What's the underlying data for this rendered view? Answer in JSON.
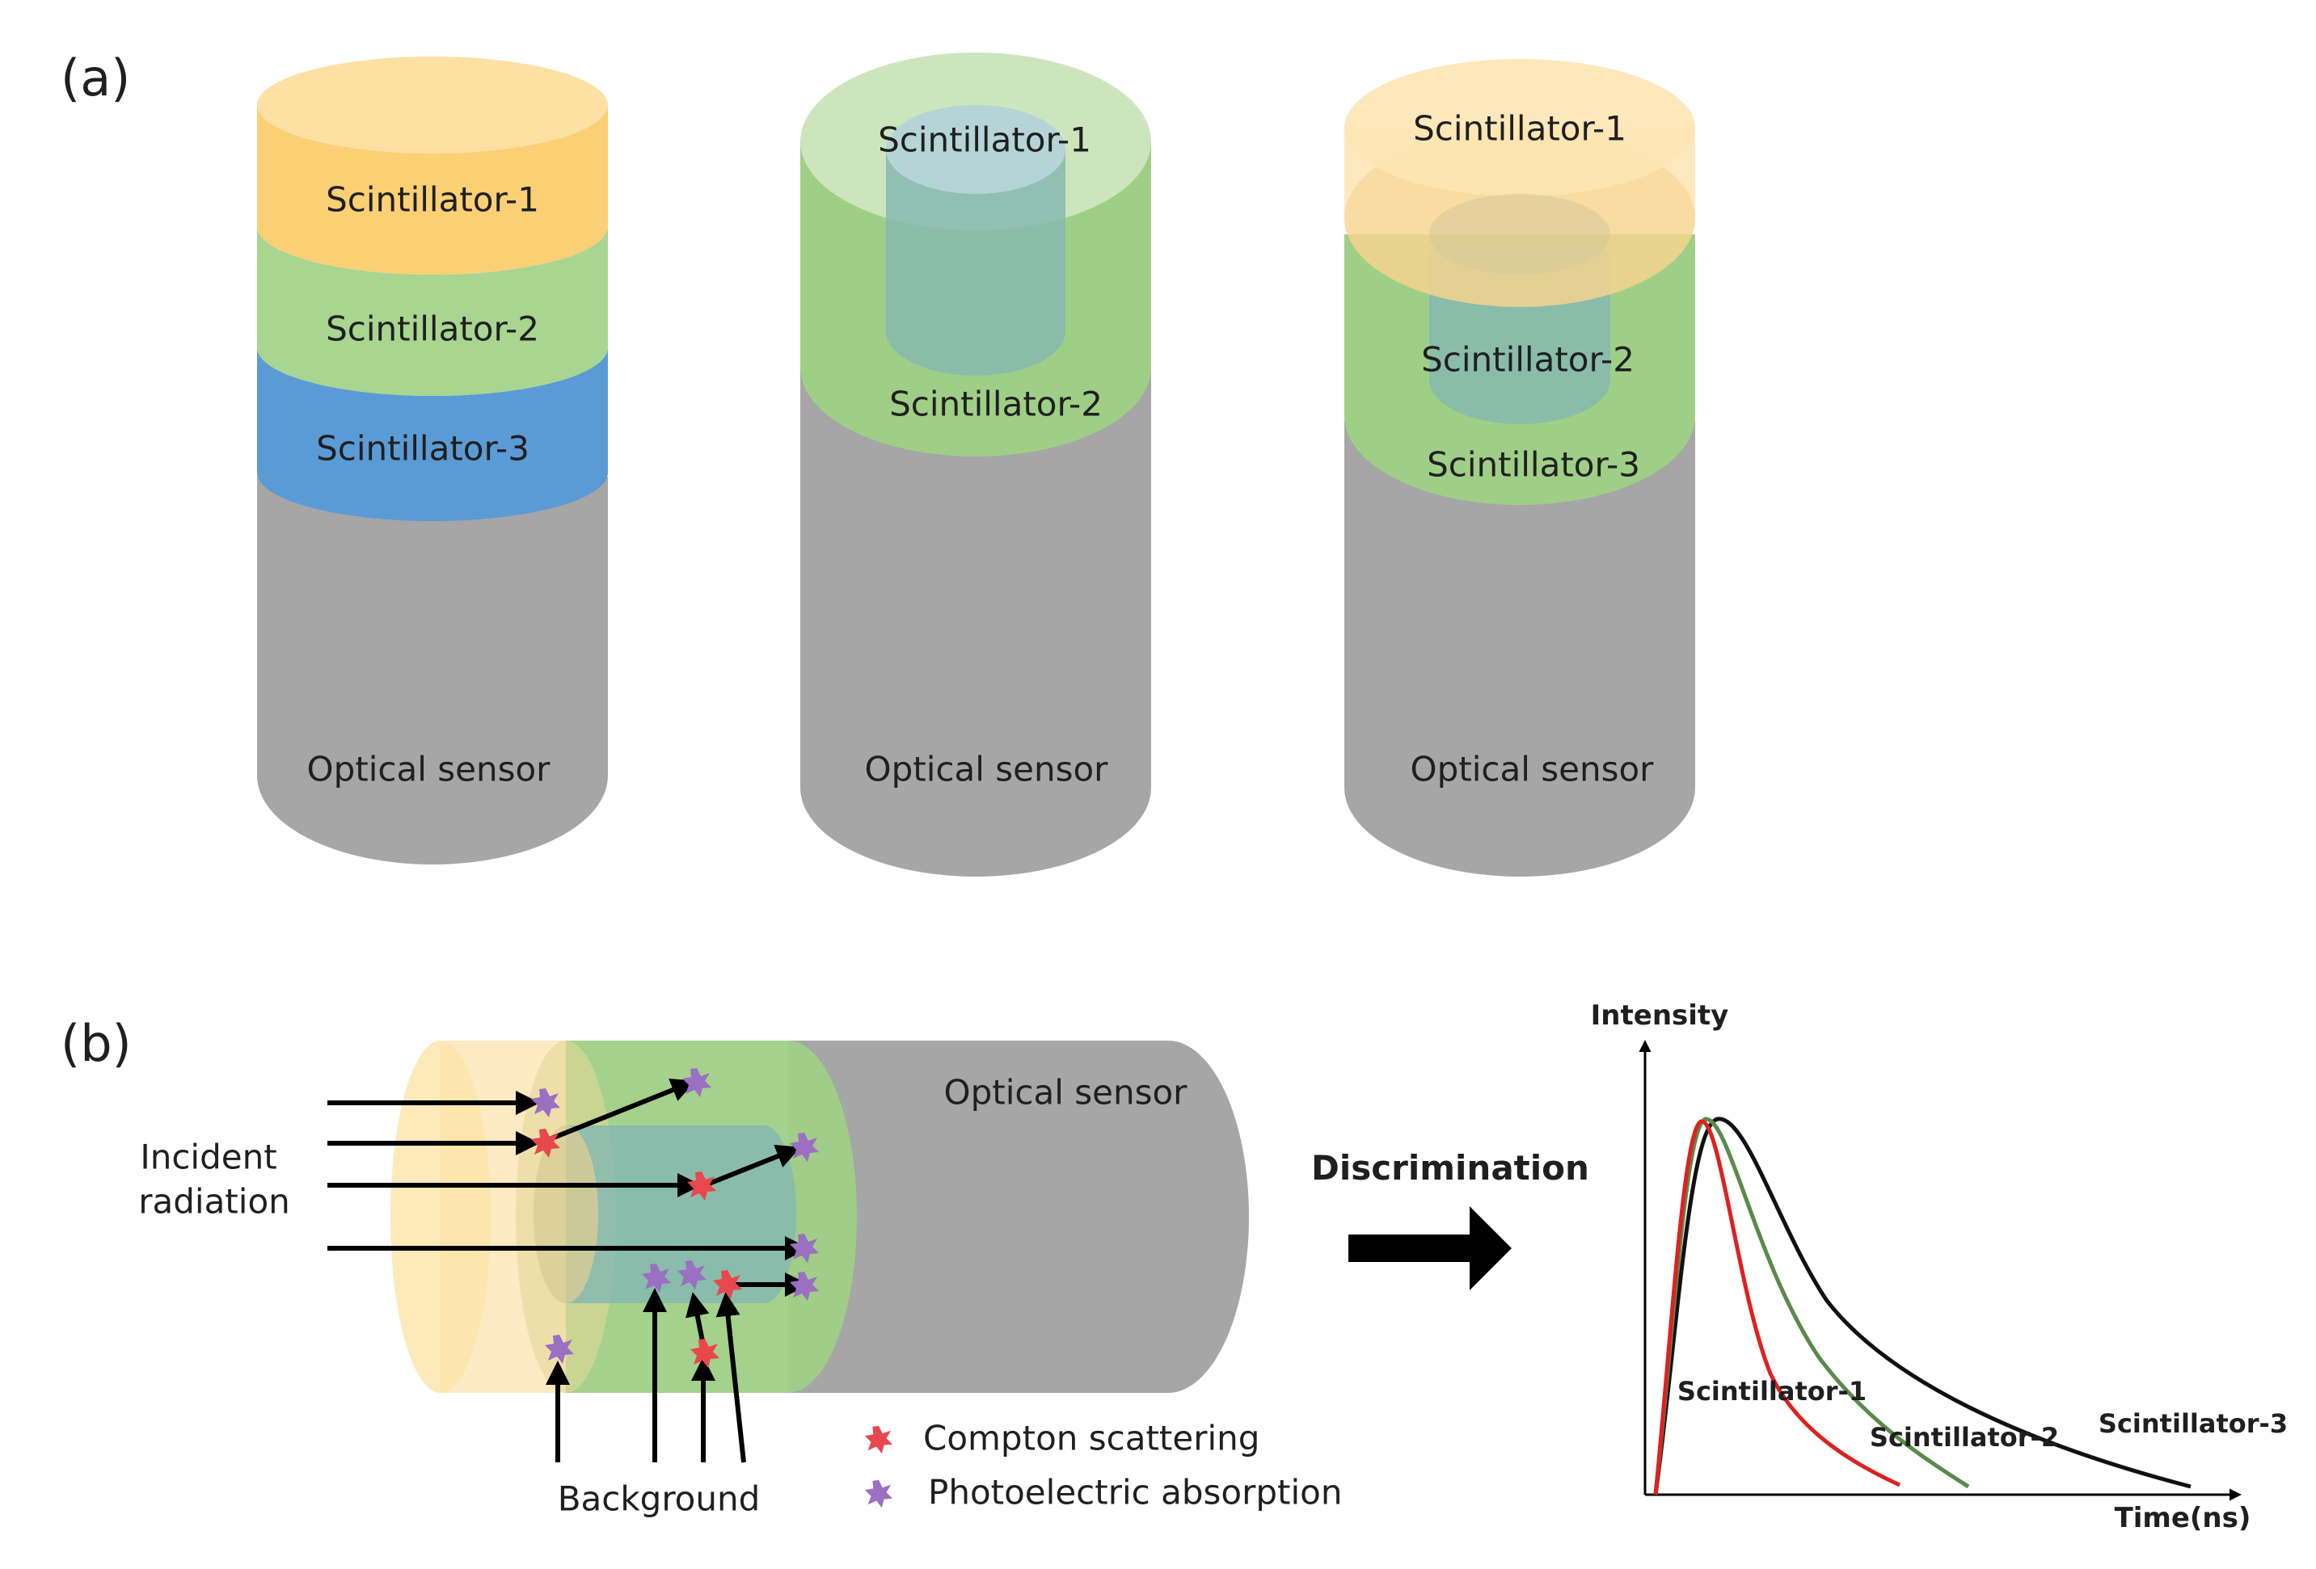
{
  "panel_a": {
    "label": "(a)",
    "cyl1": {
      "layer1": "Scintillator-1",
      "layer2": "Scintillator-2",
      "layer3": "Scintillator-3",
      "sensor": "Optical sensor"
    },
    "cyl2": {
      "inner": "Scintillator-1",
      "outer": "Scintillator-2",
      "sensor": "Optical sensor"
    },
    "cyl3": {
      "top": "Scintillator-1",
      "inner": "Scintillator-2",
      "outer": "Scintillator-3",
      "sensor": "Optical sensor"
    }
  },
  "panel_b": {
    "label": "(b)",
    "sensor": "Optical sensor",
    "incident": [
      "Incident",
      "radiation"
    ],
    "background": "Background",
    "legend": {
      "compton": "Compton scattering",
      "photoelectric": "Photoelectric absorption"
    },
    "discrimination": "Discrimination",
    "chart": {
      "ylabel": "Intensity",
      "xlabel": "Time(ns)",
      "s1": "Scintillator-1",
      "s2": "Scintillator-2",
      "s3": "Scintillator-3"
    }
  },
  "colors": {
    "scint1": "#f9c96c",
    "scint2": "#9fd08a",
    "scint3": "#5b9bd5",
    "sensor": "#a6a6a6",
    "compton": "#e8474c",
    "photoelectric": "#9b6fc2",
    "curve1": "#e02020",
    "curve2": "#5a8a4a",
    "curve3": "#111111"
  }
}
